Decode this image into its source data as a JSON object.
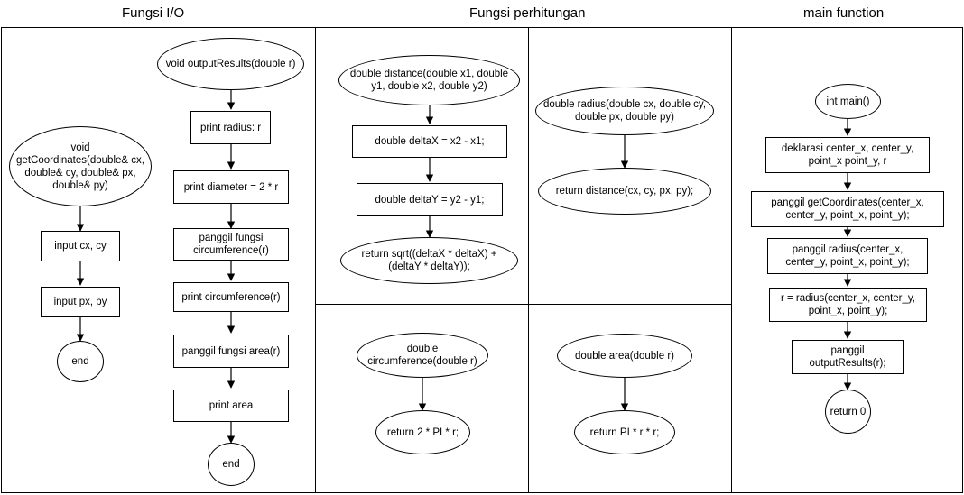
{
  "headers": {
    "io": "Fungsi I/O",
    "calc": "Fungsi perhitungan",
    "main": "main function"
  },
  "io": {
    "get_coordinates": {
      "start": "void\ngetCoordinates(double& cx,\ndouble& cy, double& px,\ndouble& py)",
      "input_center": "input cx, cy",
      "input_point": "input px, py",
      "end": "end"
    },
    "output_results": {
      "start": "void outputResults(double r)",
      "print_radius": "print radius: r",
      "print_diameter": "print diameter = 2 * r",
      "call_circumference": "panggil fungsi\ncircumference(r)",
      "print_circumference": "print circumference(r)",
      "call_area": "panggil fungsi area(r)",
      "print_area": "print area",
      "end": "end"
    }
  },
  "calc": {
    "distance": {
      "start": "double distance(double x1, double\ny1, double x2, double y2)",
      "delta_x": "double deltaX = x2 - x1;",
      "delta_y": "double deltaY = y2 - y1;",
      "return": "return sqrt((deltaX * deltaX) +\n(deltaY * deltaY));"
    },
    "radius": {
      "start": "double radius(double cx, double cy,\ndouble px, double py)",
      "return": "return distance(cx, cy, px, py);"
    },
    "circumference": {
      "start": "double\ncircumference(double r)",
      "return": "return 2 * PI * r;"
    },
    "area": {
      "start": "double area(double r)",
      "return": "return PI * r * r;"
    }
  },
  "main": {
    "start": "int main()",
    "declare": "deklarasi center_x, center_y,\npoint_x point_y, r",
    "call_get_coordinates": "panggil getCoordinates(center_x,\ncenter_y, point_x, point_y);",
    "call_radius": "panggil radius(center_x,\ncenter_y, point_x, point_y);",
    "assign_r": "r = radius(center_x, center_y,\npoint_x, point_y);",
    "call_output": "panggil\noutputResults(r);",
    "return": "return 0"
  }
}
